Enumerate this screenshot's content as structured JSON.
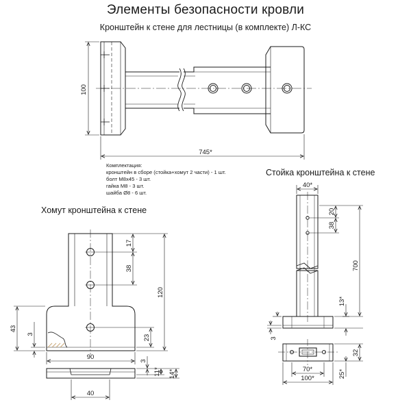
{
  "title": "Элементы безопасности кровли",
  "subtitle": "Кронштейн к стене для лестницы (в комплекте) Л-КС",
  "kit": {
    "heading": "Комплектация:",
    "items": [
      "кронштейн в сборе (стойка+хомут 2 части) - 1 шт.",
      "болт М8х45 - 3 шт.",
      "гайка М8 - 3 шт.",
      "шайба Ø8 - 6 шт."
    ]
  },
  "views": {
    "top": {
      "dims": {
        "height": "100",
        "length": "745*"
      }
    },
    "clamp": {
      "title": "Хомут кронштейна к стене",
      "dims": {
        "d17": "17",
        "d38": "38",
        "d120": "120",
        "d23": "23",
        "d43": "43",
        "d3a": "3",
        "d90": "90",
        "d3b": "3",
        "d11": "11*",
        "d14": "14*",
        "d40": "40"
      }
    },
    "post": {
      "title": "Стойка кронштейна к стене",
      "dims": {
        "d40": "40*",
        "d20": "20",
        "d38": "38",
        "d700": "700",
        "d13": "13*",
        "d3": "3",
        "d32": "32",
        "d70": "70*",
        "d100": "100*",
        "d25": "25*"
      }
    }
  },
  "colors": {
    "line": "#1a1a1a",
    "accent": "#c9a877"
  }
}
